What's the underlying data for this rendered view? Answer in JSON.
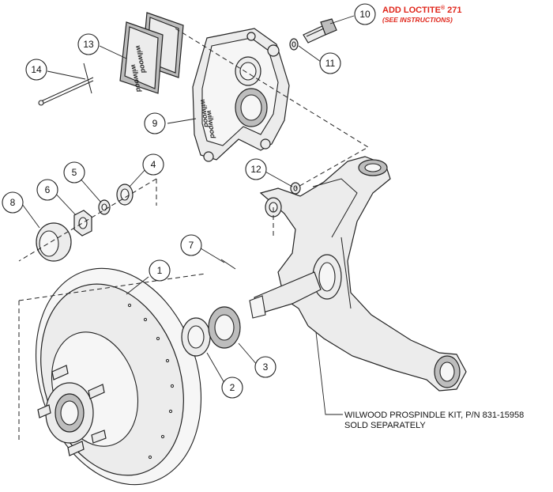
{
  "callouts": [
    "1",
    "2",
    "3",
    "4",
    "5",
    "6",
    "7",
    "8",
    "9",
    "10",
    "11",
    "12",
    "13",
    "14"
  ],
  "note": {
    "title_main": "ADD LOCTITE",
    "title_reg": "®",
    "title_num": " 271",
    "subtitle": "(SEE INSTRUCTIONS)"
  },
  "kit_note": {
    "line1": "WILWOOD PROSPINDLE KIT, P/N 831-15958",
    "line2": "SOLD SEPARATELY"
  },
  "logos": {
    "pad": "wilwood",
    "caliper": "wilwood"
  },
  "colors": {
    "note_red": "#e0261b",
    "line": "#222222"
  }
}
